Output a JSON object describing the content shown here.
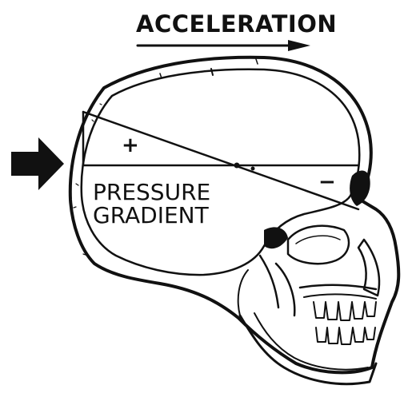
{
  "diagram": {
    "labels": {
      "acceleration": "ACCELERATION",
      "plus_sign": "+",
      "minus_sign": "−",
      "pressure_line1": "PRESSURE",
      "pressure_line2": "GRADIENT"
    },
    "colors": {
      "ink": "#111111",
      "paper": "#ffffff"
    }
  }
}
